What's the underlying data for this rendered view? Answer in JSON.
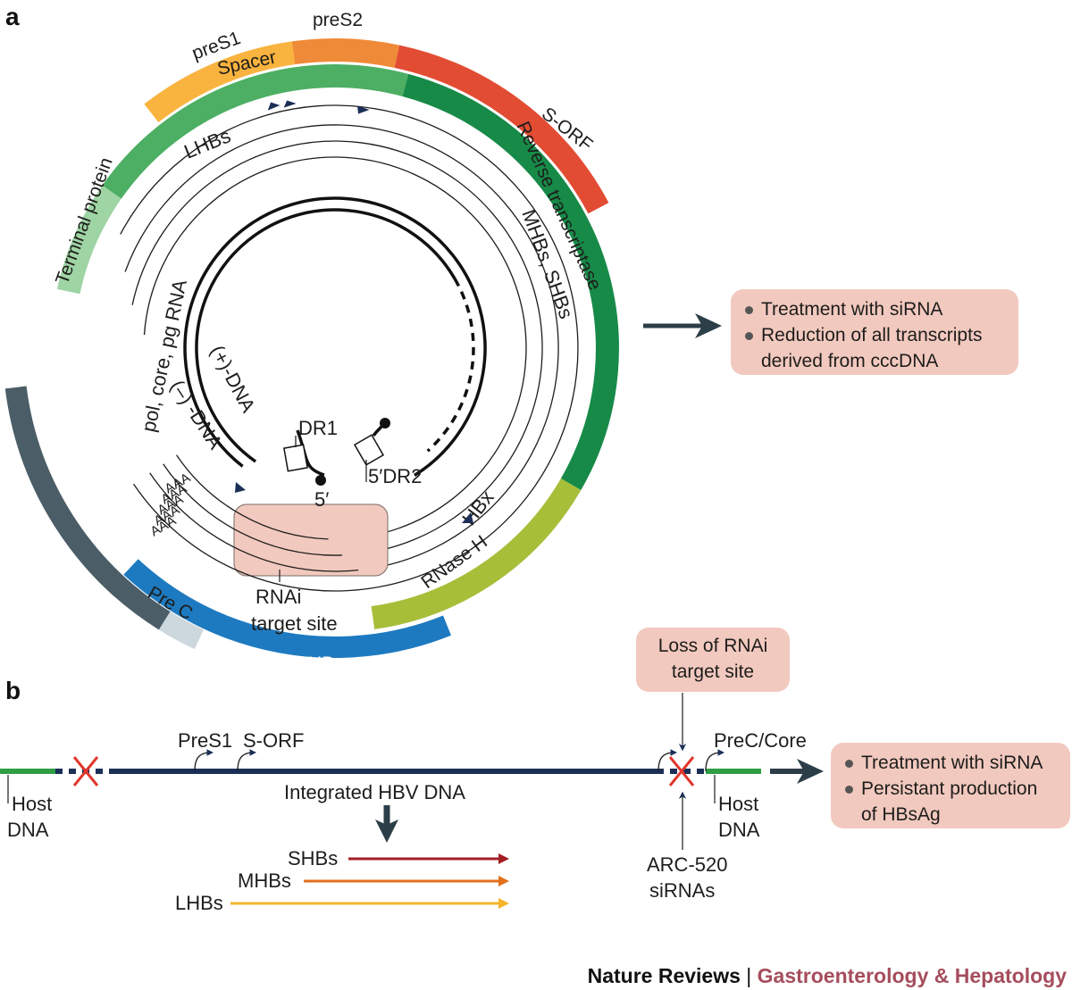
{
  "panel_labels": {
    "a": "a",
    "b": "b"
  },
  "outer_ring": {
    "pres1": "preS1",
    "pres2": "preS2",
    "spacer": "Spacer",
    "sorf": "S-ORF",
    "terminal": "Terminal protein",
    "rt": "Reverse transcriptase",
    "core": "Core",
    "prec": "Pre C",
    "rnaseh": "RNase H",
    "hbx": "HBx"
  },
  "inner": {
    "lhbs": "LHBs",
    "mhbs_shbs": "MHBs, SHBs",
    "pol": "pol, core, pg RNA",
    "plus_dna": "(+)-DNA",
    "minus_dna": "(–) -DNA",
    "dr1": "DR1",
    "dr2": "5′DR2",
    "five_prime": "5′",
    "hbx": "HBx",
    "aaa": [
      "AAA",
      "AAA",
      "AAA",
      "AAA",
      "AAA"
    ],
    "rnai": [
      "RNAi",
      "target site"
    ]
  },
  "box_a": [
    "Treatment with siRNA",
    "Reduction of all transcripts derived from cccDNA"
  ],
  "panel_b": {
    "pres1": "PreS1",
    "sorf": "S-ORF",
    "integrated": "Integrated HBV DNA",
    "prec_core": "PreC/Core",
    "host_left": [
      "Host",
      "DNA"
    ],
    "host_right": [
      "Host",
      "DNA"
    ],
    "loss_box": [
      "Loss of RNAi",
      "target site"
    ],
    "arc": [
      "ARC-520",
      "siRNAs"
    ],
    "transcripts": [
      "SHBs",
      "MHBs",
      "LHBs"
    ],
    "box_b": [
      "Treatment with siRNA",
      "Persistant production of HBsAg"
    ]
  },
  "footer": {
    "journal": "Nature Reviews",
    "separator": " | ",
    "subject": "Gastroenterology & Hepatology"
  },
  "colors": {
    "pres1": "#f9b33f",
    "pres2": "#ef8a38",
    "sorf": "#e24c33",
    "spacer": "#4caf63",
    "rt": "#178a48",
    "terminal": "#9fd4a4",
    "core": "#4b5d67",
    "prec": "#cdd7de",
    "rnaseh": "#a7be39",
    "hbx": "#1e7ac0",
    "navy": "#1b2f57",
    "box": "#f2c9bf",
    "shbs": "#a31e24",
    "mhbs": "#e2711d",
    "lhbs": "#f5b52a",
    "host": "#2f9e44"
  }
}
